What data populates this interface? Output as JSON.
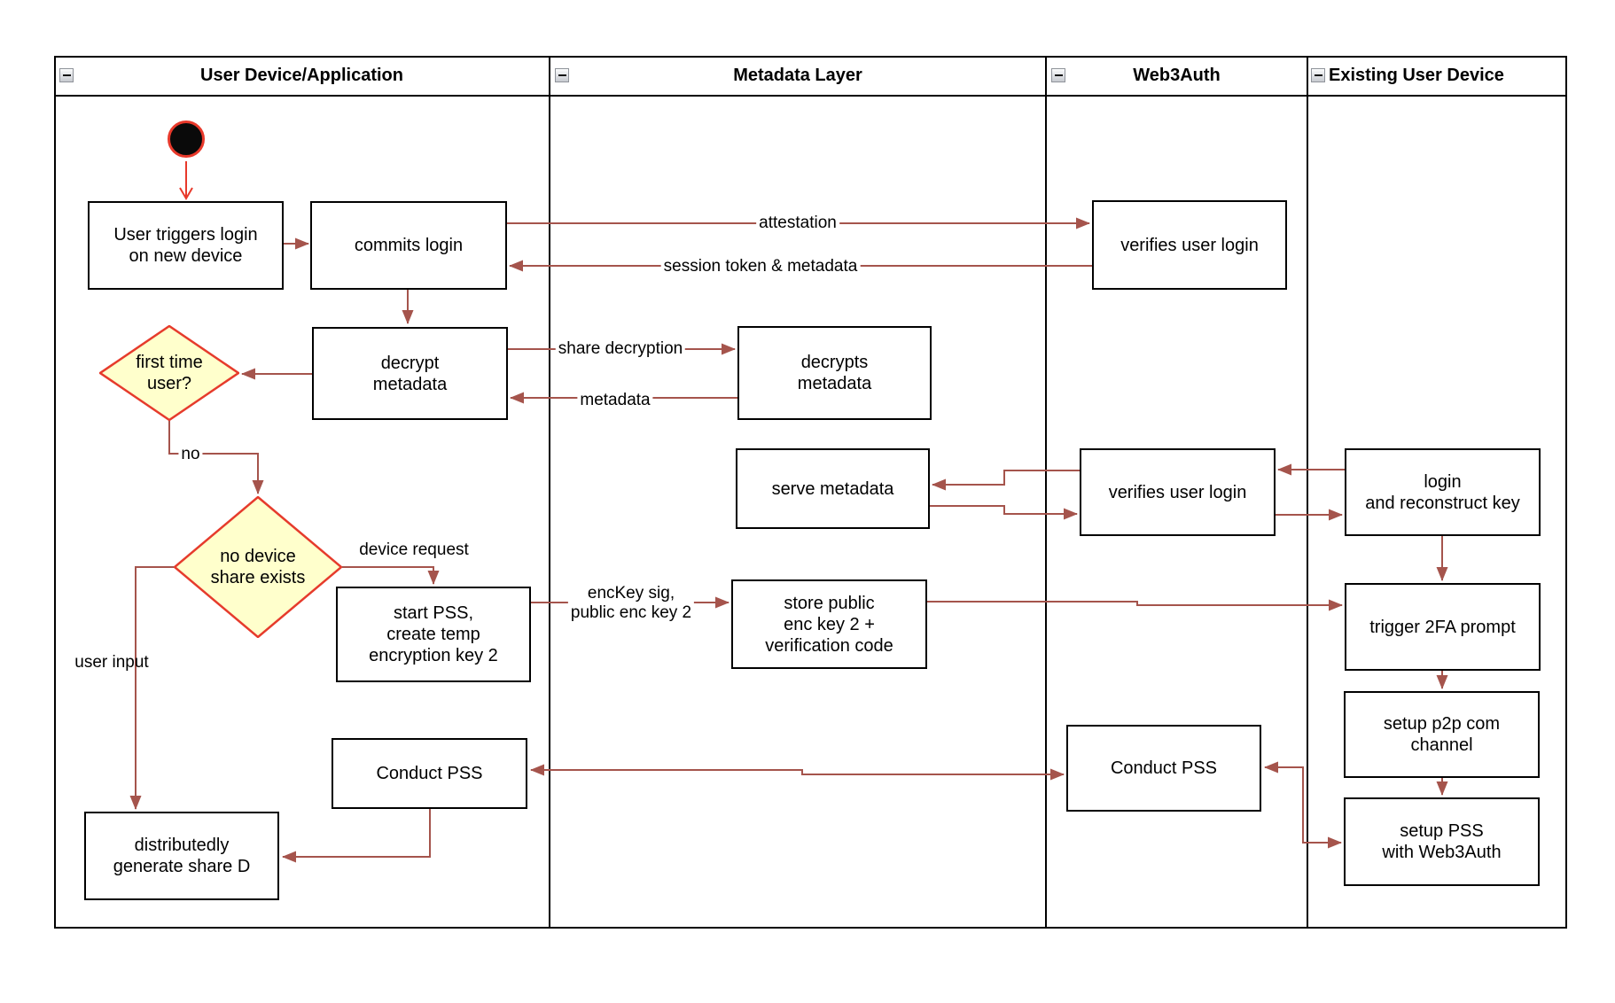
{
  "diagram": {
    "title_hint": "swimlane activity diagram",
    "lanes": [
      {
        "id": "user-device",
        "title": "User Device/Application"
      },
      {
        "id": "metadata-layer",
        "title": "Metadata Layer"
      },
      {
        "id": "web3auth",
        "title": "Web3Auth"
      },
      {
        "id": "existing-user-device",
        "title": "Existing User Device"
      }
    ],
    "start_node": {
      "shape": "filled-circle"
    },
    "nodes": [
      {
        "id": "user-triggers",
        "lane": "user-device",
        "label": "User triggers login\non new device"
      },
      {
        "id": "commits-login",
        "lane": "user-device",
        "label": "commits login"
      },
      {
        "id": "verifies-login-top",
        "lane": "web3auth",
        "label": "verifies user login"
      },
      {
        "id": "decrypt-metadata",
        "lane": "user-device",
        "label": "decrypt\nmetadata"
      },
      {
        "id": "decrypts-metadata",
        "lane": "metadata-layer",
        "label": "decrypts\nmetadata"
      },
      {
        "id": "serve-metadata",
        "lane": "metadata-layer",
        "label": "serve metadata"
      },
      {
        "id": "verifies-login-mid",
        "lane": "web3auth",
        "label": "verifies user login"
      },
      {
        "id": "login-reconstruct",
        "lane": "existing-user-device",
        "label": "login\nand reconstruct key"
      },
      {
        "id": "start-pss",
        "lane": "user-device",
        "label": "start PSS,\ncreate temp\nencryption key 2"
      },
      {
        "id": "store-public",
        "lane": "metadata-layer",
        "label": "store public\nenc key 2 +\nverification code"
      },
      {
        "id": "trigger-2fa",
        "lane": "existing-user-device",
        "label": "trigger 2FA prompt"
      },
      {
        "id": "setup-p2p",
        "lane": "existing-user-device",
        "label": "setup p2p com\nchannel"
      },
      {
        "id": "conduct-pss-user",
        "lane": "user-device",
        "label": "Conduct PSS"
      },
      {
        "id": "conduct-pss-web3",
        "lane": "web3auth",
        "label": "Conduct PSS"
      },
      {
        "id": "setup-pss-web3auth",
        "lane": "existing-user-device",
        "label": "setup PSS\nwith Web3Auth"
      },
      {
        "id": "distributed-share",
        "lane": "user-device",
        "label": "distributedly\ngenerate share D"
      }
    ],
    "decisions": [
      {
        "id": "first-time-user",
        "lane": "user-device",
        "label": "first time\nuser?"
      },
      {
        "id": "no-device-share",
        "lane": "user-device",
        "label": "no device\nshare exists"
      }
    ],
    "edge_labels": [
      {
        "id": "attestation",
        "text": "attestation"
      },
      {
        "id": "session-token",
        "text": "session token & metadata"
      },
      {
        "id": "share-decryption",
        "text": "share decryption"
      },
      {
        "id": "metadata",
        "text": "metadata"
      },
      {
        "id": "no",
        "text": "no"
      },
      {
        "id": "device-request",
        "text": "device request"
      },
      {
        "id": "enckey",
        "text": "encKey sig,\npublic enc key 2"
      },
      {
        "id": "user-input",
        "text": "user input"
      }
    ],
    "colors": {
      "connector": "#a5544c",
      "start_accent": "#e8392b",
      "decision_fill": "#ffffcc",
      "decision_border": "#e63b2c",
      "node_fill": "#ffffff",
      "node_border": "#000000",
      "lane_border": "#000000",
      "text": "#000000",
      "background": "#ffffff"
    }
  }
}
